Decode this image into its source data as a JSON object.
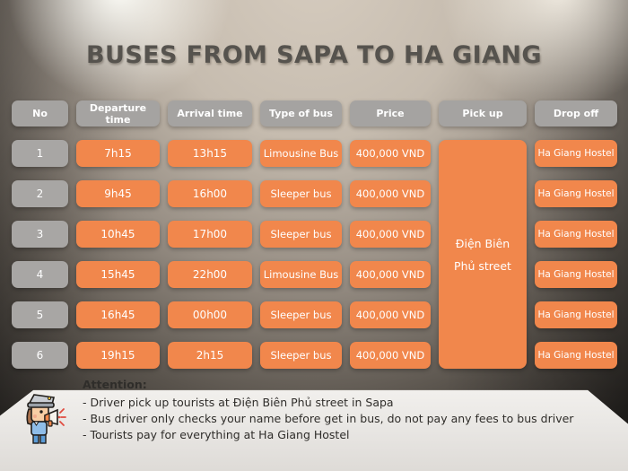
{
  "title": "BUSES FROM SAPA TO HA GIANG",
  "colors": {
    "accent_orange": "#f1874c",
    "header_gray": "#a5a3a1",
    "title_text": "#56534e",
    "cell_text": "#ffffff",
    "floor": "#eceae7"
  },
  "table": {
    "headers": [
      "No",
      "Departure time",
      "Arrival time",
      "Type of bus",
      "Price",
      "Pick up",
      "Drop off"
    ],
    "pickup_shared": "Điện Biên Phủ street",
    "rows": [
      {
        "no": "1",
        "departure": "7h15",
        "arrival": "13h15",
        "type": "Limousine Bus",
        "price": "400,000 VND",
        "dropoff": "Ha Giang Hostel"
      },
      {
        "no": "2",
        "departure": "9h45",
        "arrival": "16h00",
        "type": "Sleeper bus",
        "price": "400,000 VND",
        "dropoff": "Ha Giang Hostel"
      },
      {
        "no": "3",
        "departure": "10h45",
        "arrival": "17h00",
        "type": "Sleeper bus",
        "price": "400,000 VND",
        "dropoff": "Ha Giang Hostel"
      },
      {
        "no": "4",
        "departure": "15h45",
        "arrival": "22h00",
        "type": "Limousine Bus",
        "price": "400,000 VND",
        "dropoff": "Ha Giang Hostel"
      },
      {
        "no": "5",
        "departure": "16h45",
        "arrival": "00h00",
        "type": "Sleeper bus",
        "price": "400,000 VND",
        "dropoff": "Ha Giang Hostel"
      },
      {
        "no": "6",
        "departure": "19h15",
        "arrival": "2h15",
        "type": "Sleeper bus",
        "price": "400,000 VND",
        "dropoff": "Ha Giang Hostel"
      }
    ]
  },
  "attention": {
    "heading": "Attention:",
    "items": [
      "- Driver pick up tourists at Điện Biên Phủ street in Sapa",
      "- Bus driver only checks your name before get in bus, do not pay any fees to bus driver",
      "- Tourists pay for everything at Ha Giang Hostel"
    ]
  },
  "icons": {
    "mascot": "announcer-megaphone-icon"
  }
}
